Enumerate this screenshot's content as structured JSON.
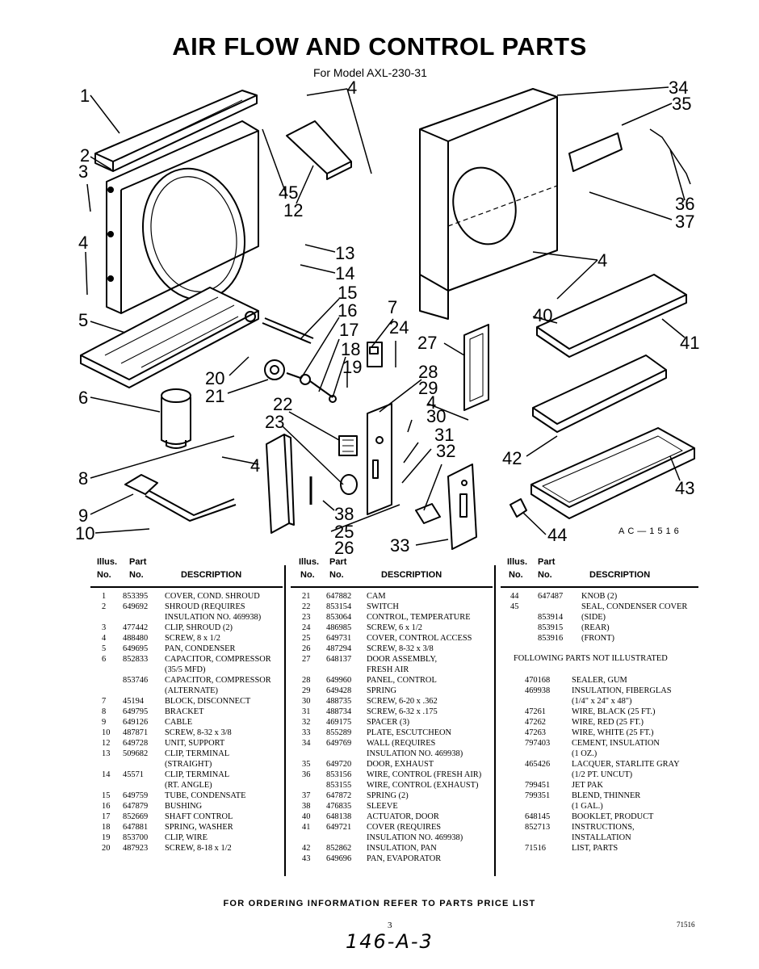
{
  "title": "AIR FLOW AND CONTROL PARTS",
  "subtitle": "For Model AXL-230-31",
  "diagram_ref": "AC—1516",
  "callouts": [
    {
      "label": "1",
      "id": "1"
    },
    {
      "label": "2",
      "id": "2"
    },
    {
      "label": "3",
      "id": "3"
    },
    {
      "label": "4",
      "id": "4a"
    },
    {
      "label": "5",
      "id": "5"
    },
    {
      "label": "6",
      "id": "6"
    },
    {
      "label": "8",
      "id": "8"
    },
    {
      "label": "9",
      "id": "9"
    },
    {
      "label": "10",
      "id": "10"
    },
    {
      "label": "4",
      "id": "4b"
    },
    {
      "label": "45",
      "id": "45"
    },
    {
      "label": "12",
      "id": "12"
    },
    {
      "label": "13",
      "id": "13"
    },
    {
      "label": "14",
      "id": "14"
    },
    {
      "label": "15",
      "id": "15"
    },
    {
      "label": "16",
      "id": "16"
    },
    {
      "label": "17",
      "id": "17"
    },
    {
      "label": "18",
      "id": "18"
    },
    {
      "label": "19",
      "id": "19"
    },
    {
      "label": "20",
      "id": "20"
    },
    {
      "label": "21",
      "id": "21"
    },
    {
      "label": "22",
      "id": "22"
    },
    {
      "label": "23",
      "id": "23"
    },
    {
      "label": "4",
      "id": "4c"
    },
    {
      "label": "7",
      "id": "7"
    },
    {
      "label": "24",
      "id": "24"
    },
    {
      "label": "27",
      "id": "27"
    },
    {
      "label": "28",
      "id": "28"
    },
    {
      "label": "29",
      "id": "29"
    },
    {
      "label": "4",
      "id": "4d"
    },
    {
      "label": "30",
      "id": "30"
    },
    {
      "label": "31",
      "id": "31"
    },
    {
      "label": "32",
      "id": "32"
    },
    {
      "label": "38",
      "id": "38"
    },
    {
      "label": "25",
      "id": "25"
    },
    {
      "label": "26",
      "id": "26"
    },
    {
      "label": "33",
      "id": "33"
    },
    {
      "label": "34",
      "id": "34"
    },
    {
      "label": "35",
      "id": "35"
    },
    {
      "label": "36",
      "id": "36"
    },
    {
      "label": "37",
      "id": "37"
    },
    {
      "label": "4",
      "id": "4e"
    },
    {
      "label": "40",
      "id": "40"
    },
    {
      "label": "41",
      "id": "41"
    },
    {
      "label": "42",
      "id": "42"
    },
    {
      "label": "43",
      "id": "43"
    },
    {
      "label": "44",
      "id": "44"
    }
  ],
  "table_header": {
    "illus": "Illus.",
    "no1": "No.",
    "part": "Part",
    "no2": "No.",
    "description": "DESCRIPTION"
  },
  "columns": [
    {
      "rows": [
        {
          "illus": "1",
          "part": "853395",
          "desc": "COVER, COND. SHROUD"
        },
        {
          "illus": "2",
          "part": "649692",
          "desc": "SHROUD (REQUIRES"
        },
        {
          "illus": "",
          "part": "",
          "desc": "INSULATION NO. 469938)"
        },
        {
          "illus": "3",
          "part": "477442",
          "desc": "CLIP, SHROUD (2)"
        },
        {
          "illus": "4",
          "part": "488480",
          "desc": "SCREW, 8 x 1/2"
        },
        {
          "illus": "5",
          "part": "649695",
          "desc": "PAN, CONDENSER"
        },
        {
          "illus": "6",
          "part": "852833",
          "desc": "CAPACITOR, COMPRESSOR"
        },
        {
          "illus": "",
          "part": "",
          "desc": "(35/5 MFD)"
        },
        {
          "illus": "",
          "part": "853746",
          "desc": "CAPACITOR, COMPRESSOR"
        },
        {
          "illus": "",
          "part": "",
          "desc": "(ALTERNATE)"
        },
        {
          "illus": "7",
          "part": "45194",
          "desc": "BLOCK, DISCONNECT"
        },
        {
          "illus": "8",
          "part": "649795",
          "desc": "BRACKET"
        },
        {
          "illus": "9",
          "part": "649126",
          "desc": "CABLE"
        },
        {
          "illus": "10",
          "part": "487871",
          "desc": "SCREW, 8-32 x 3/8"
        },
        {
          "illus": "12",
          "part": "649728",
          "desc": "UNIT, SUPPORT"
        },
        {
          "illus": "13",
          "part": "509682",
          "desc": "CLIP, TERMINAL"
        },
        {
          "illus": "",
          "part": "",
          "desc": "(STRAIGHT)"
        },
        {
          "illus": "14",
          "part": "45571",
          "desc": "CLIP, TERMINAL"
        },
        {
          "illus": "",
          "part": "",
          "desc": "(RT. ANGLE)"
        },
        {
          "illus": "15",
          "part": "649759",
          "desc": "TUBE, CONDENSATE"
        },
        {
          "illus": "16",
          "part": "647879",
          "desc": "BUSHING"
        },
        {
          "illus": "17",
          "part": "852669",
          "desc": "SHAFT CONTROL"
        },
        {
          "illus": "18",
          "part": "647881",
          "desc": "SPRING, WASHER"
        },
        {
          "illus": "19",
          "part": "853700",
          "desc": "CLIP, WIRE"
        },
        {
          "illus": "20",
          "part": "487923",
          "desc": "SCREW, 8-18 x 1/2"
        }
      ]
    },
    {
      "rows": [
        {
          "illus": "21",
          "part": "647882",
          "desc": "CAM"
        },
        {
          "illus": "22",
          "part": "853154",
          "desc": "SWITCH"
        },
        {
          "illus": "23",
          "part": "853064",
          "desc": "CONTROL, TEMPERATURE"
        },
        {
          "illus": "24",
          "part": "486985",
          "desc": "SCREW, 6 x 1/2"
        },
        {
          "illus": "25",
          "part": "649731",
          "desc": "COVER, CONTROL ACCESS"
        },
        {
          "illus": "26",
          "part": "487294",
          "desc": "SCREW, 8-32 x 3/8"
        },
        {
          "illus": "27",
          "part": "648137",
          "desc": "DOOR ASSEMBLY,"
        },
        {
          "illus": "",
          "part": "",
          "desc": "FRESH AIR"
        },
        {
          "illus": "28",
          "part": "649960",
          "desc": "PANEL, CONTROL"
        },
        {
          "illus": "29",
          "part": "649428",
          "desc": "SPRING"
        },
        {
          "illus": "30",
          "part": "488735",
          "desc": "SCREW, 6-20 x .362"
        },
        {
          "illus": "31",
          "part": "488734",
          "desc": "SCREW, 6-32 x .175"
        },
        {
          "illus": "32",
          "part": "469175",
          "desc": "SPACER (3)"
        },
        {
          "illus": "33",
          "part": "855289",
          "desc": "PLATE, ESCUTCHEON"
        },
        {
          "illus": "34",
          "part": "649769",
          "desc": "WALL (REQUIRES"
        },
        {
          "illus": "",
          "part": "",
          "desc": "INSULATION NO. 469938)"
        },
        {
          "illus": "35",
          "part": "649720",
          "desc": "DOOR, EXHAUST"
        },
        {
          "illus": "36",
          "part": "853156",
          "desc": "WIRE, CONTROL (FRESH AIR)"
        },
        {
          "illus": "",
          "part": "853155",
          "desc": "WIRE, CONTROL (EXHAUST)"
        },
        {
          "illus": "37",
          "part": "647872",
          "desc": "SPRING (2)"
        },
        {
          "illus": "38",
          "part": "476835",
          "desc": "SLEEVE"
        },
        {
          "illus": "40",
          "part": "648138",
          "desc": "ACTUATOR, DOOR"
        },
        {
          "illus": "41",
          "part": "649721",
          "desc": "COVER (REQUIRES"
        },
        {
          "illus": "",
          "part": "",
          "desc": "INSULATION NO. 469938)"
        },
        {
          "illus": "42",
          "part": "852862",
          "desc": "INSULATION, PAN"
        },
        {
          "illus": "43",
          "part": "649696",
          "desc": "PAN, EVAPORATOR"
        }
      ]
    },
    {
      "rows": [
        {
          "illus": "44",
          "part": "647487",
          "desc": "KNOB (2)"
        },
        {
          "illus": "45",
          "part": "",
          "desc": "SEAL, CONDENSER COVER"
        },
        {
          "illus": "",
          "part": "853914",
          "desc": "(SIDE)"
        },
        {
          "illus": "",
          "part": "853915",
          "desc": "(REAR)"
        },
        {
          "illus": "",
          "part": "853916",
          "desc": "(FRONT)"
        }
      ]
    }
  ],
  "not_illustrated_heading": "FOLLOWING PARTS NOT ILLUSTRATED",
  "not_illustrated": [
    {
      "part": "470168",
      "desc": "SEALER, GUM"
    },
    {
      "part": "469938",
      "desc": "INSULATION, FIBERGLAS"
    },
    {
      "part": "",
      "desc": "(1/4\" x 24\" x 48\")"
    },
    {
      "part": "47261",
      "desc": "WIRE, BLACK (25 FT.)"
    },
    {
      "part": "47262",
      "desc": "WIRE, RED (25 FT.)"
    },
    {
      "part": "47263",
      "desc": "WIRE, WHITE (25 FT.)"
    },
    {
      "part": "797403",
      "desc": "CEMENT, INSULATION"
    },
    {
      "part": "",
      "desc": "(1 OZ.)"
    },
    {
      "part": "465426",
      "desc": "LACQUER, STARLITE GRAY"
    },
    {
      "part": "",
      "desc": "(1/2 PT. UNCUT)"
    },
    {
      "part": "799451",
      "desc": "JET PAK"
    },
    {
      "part": "799351",
      "desc": "BLEND, THINNER"
    },
    {
      "part": "",
      "desc": "(1 GAL.)"
    },
    {
      "part": "648145",
      "desc": "BOOKLET, PRODUCT"
    },
    {
      "part": "852713",
      "desc": "INSTRUCTIONS,"
    },
    {
      "part": "",
      "desc": "INSTALLATION"
    },
    {
      "part": "71516",
      "desc": "LIST, PARTS"
    }
  ],
  "footer": "FOR ORDERING INFORMATION REFER TO PARTS PRICE LIST",
  "page_number": "3",
  "doc_number": "71516",
  "handwritten": "146-A-3"
}
